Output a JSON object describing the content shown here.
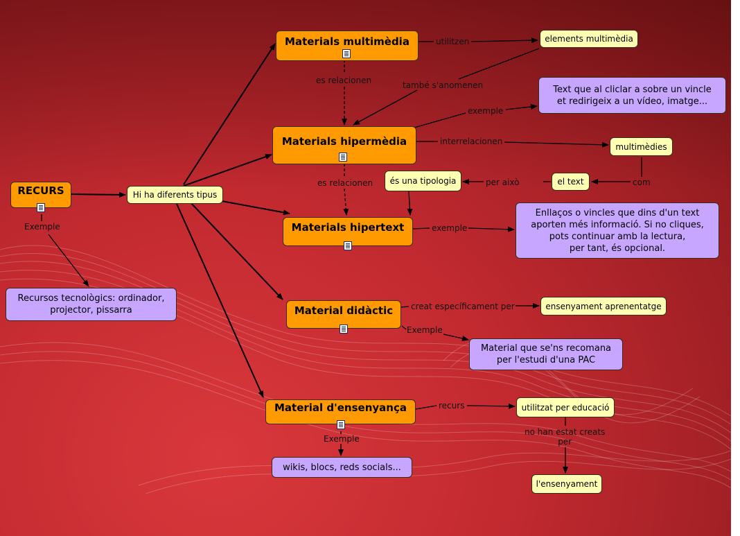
{
  "nodes": {
    "recurs": "RECURS",
    "hi_ha": "Hi ha diferents tipus",
    "recursos_tec": "Recursos tecnològics: ordinador,\nprojector, pissarra",
    "multimedia": "Materials multimèdia",
    "elements_multimedia": "elements multimèdia",
    "text_clicar": "Text que al cliclar a sobre un vincle\net redirigeix a un vídeo, imatge...",
    "hipermedia": "Materials hipermèdia",
    "multimedies": "multimèdies",
    "el_text": "el text",
    "es_tipologia": "és una tipologia",
    "hipertext": "Materials hipertext",
    "enllacos": "Enllaços o vincles que dins d'un text\naporten més informació. Si no cliques,\npots continuar amb la lectura,\nper tant, és opcional.",
    "didactic": "Material didàctic",
    "ensenyament_aprenentatge": "ensenyament aprenentatge",
    "material_pac": "Material que se'ns recomana\nper l'estudi d'una PAC",
    "ensenyanca": "Material d'ensenyança",
    "utilitzat": "utilitzat per educació",
    "lensenyament": "l'ensenyament",
    "wikis": "wikis, blocs, reds socials..."
  },
  "links": {
    "exemple_recurs": "Exemple",
    "utilitzen": "utilitzen",
    "es_relacionen_1": "es relacionen",
    "tambe": "també s'anomenen",
    "exemple_hipermedia": "exemple",
    "interrelacionen": "interrelacionen",
    "com": "com",
    "per_aixo": "per això",
    "es_relacionen_2": "es relacionen",
    "exemple_hipertext": "exemple",
    "creat": "creat específicament per",
    "exemple_didactic": "Exemple",
    "recurs": "recurs",
    "no_han": "no han estat creats\nper",
    "exemple_ensenyanca": "Exemple"
  },
  "colors": {
    "concept": "#ff9a00",
    "linking_phrase": "#ffffb3",
    "example": "#c7a6ff",
    "background": "#c22a30"
  }
}
